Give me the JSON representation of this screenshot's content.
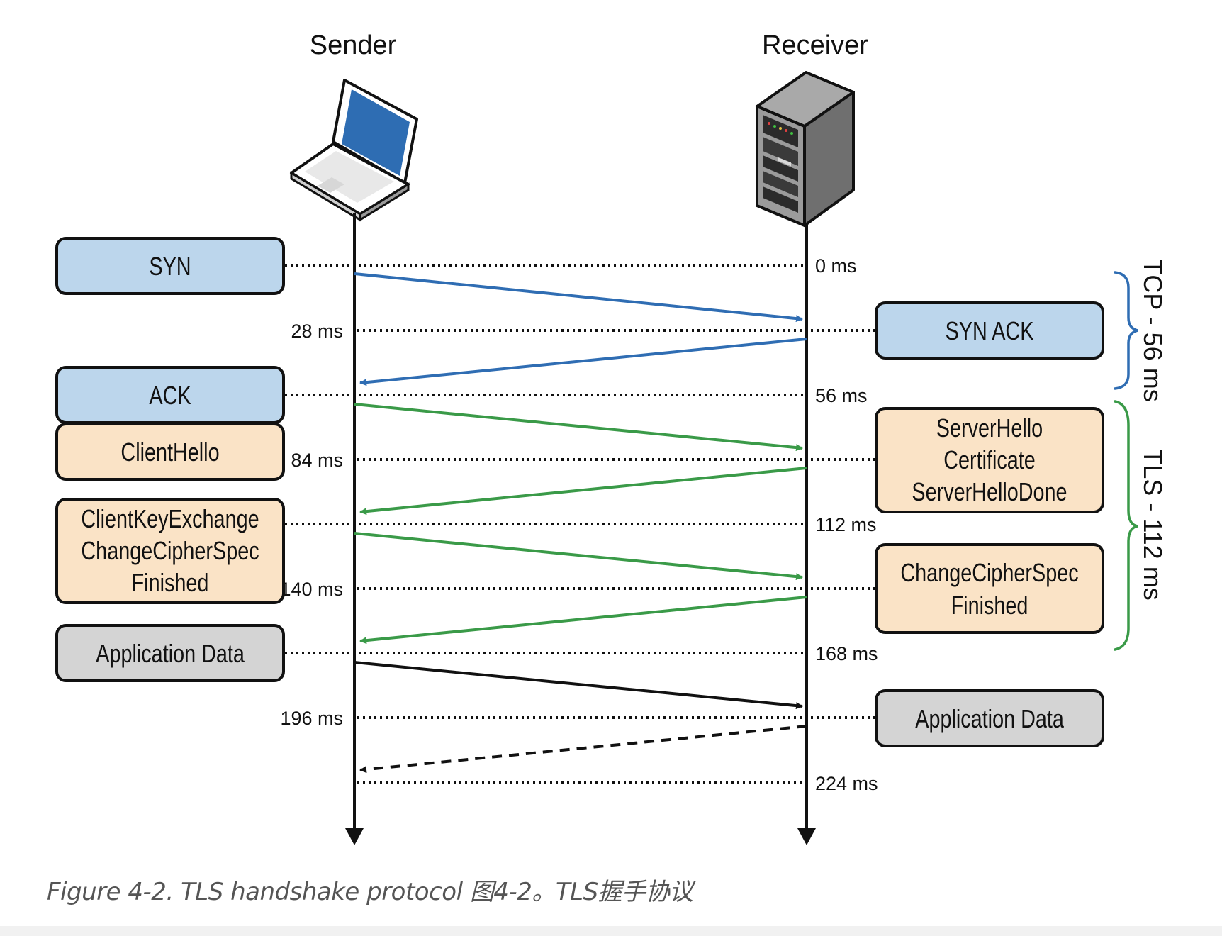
{
  "actors": {
    "sender": "Sender",
    "receiver": "Receiver"
  },
  "timestamps": {
    "t0": "0 ms",
    "t28": "28 ms",
    "t56": "56 ms",
    "t84": "84 ms",
    "t112": "112 ms",
    "t140": "140 ms",
    "t168": "168 ms",
    "t196": "196 ms",
    "t224": "224 ms"
  },
  "sender_messages": {
    "syn": "SYN",
    "ack": "ACK",
    "client_hello": "ClientHello",
    "client_key_exchange": [
      "ClientKeyExchange",
      "ChangeCipherSpec",
      "Finished"
    ],
    "app_data": "Application Data"
  },
  "receiver_messages": {
    "syn_ack": "SYN ACK",
    "server_hello": [
      "ServerHello",
      "Certificate",
      "ServerHelloDone"
    ],
    "change_cipher_spec": [
      "ChangeCipherSpec",
      "Finished"
    ],
    "app_data": "Application Data"
  },
  "phases": {
    "tcp": "TCP - 56 ms",
    "tls": "TLS - 112 ms"
  },
  "colors": {
    "tcp_fill": "#bcd6ec",
    "tls_fill": "#fae3c6",
    "app_fill": "#d4d4d4",
    "tcp_arrow": "#2f6db3",
    "tls_arrow": "#3a9a48",
    "app_arrow": "#111111"
  },
  "caption": "Figure 4-2. TLS handshake protocol 图4-2。TLS握手协议"
}
